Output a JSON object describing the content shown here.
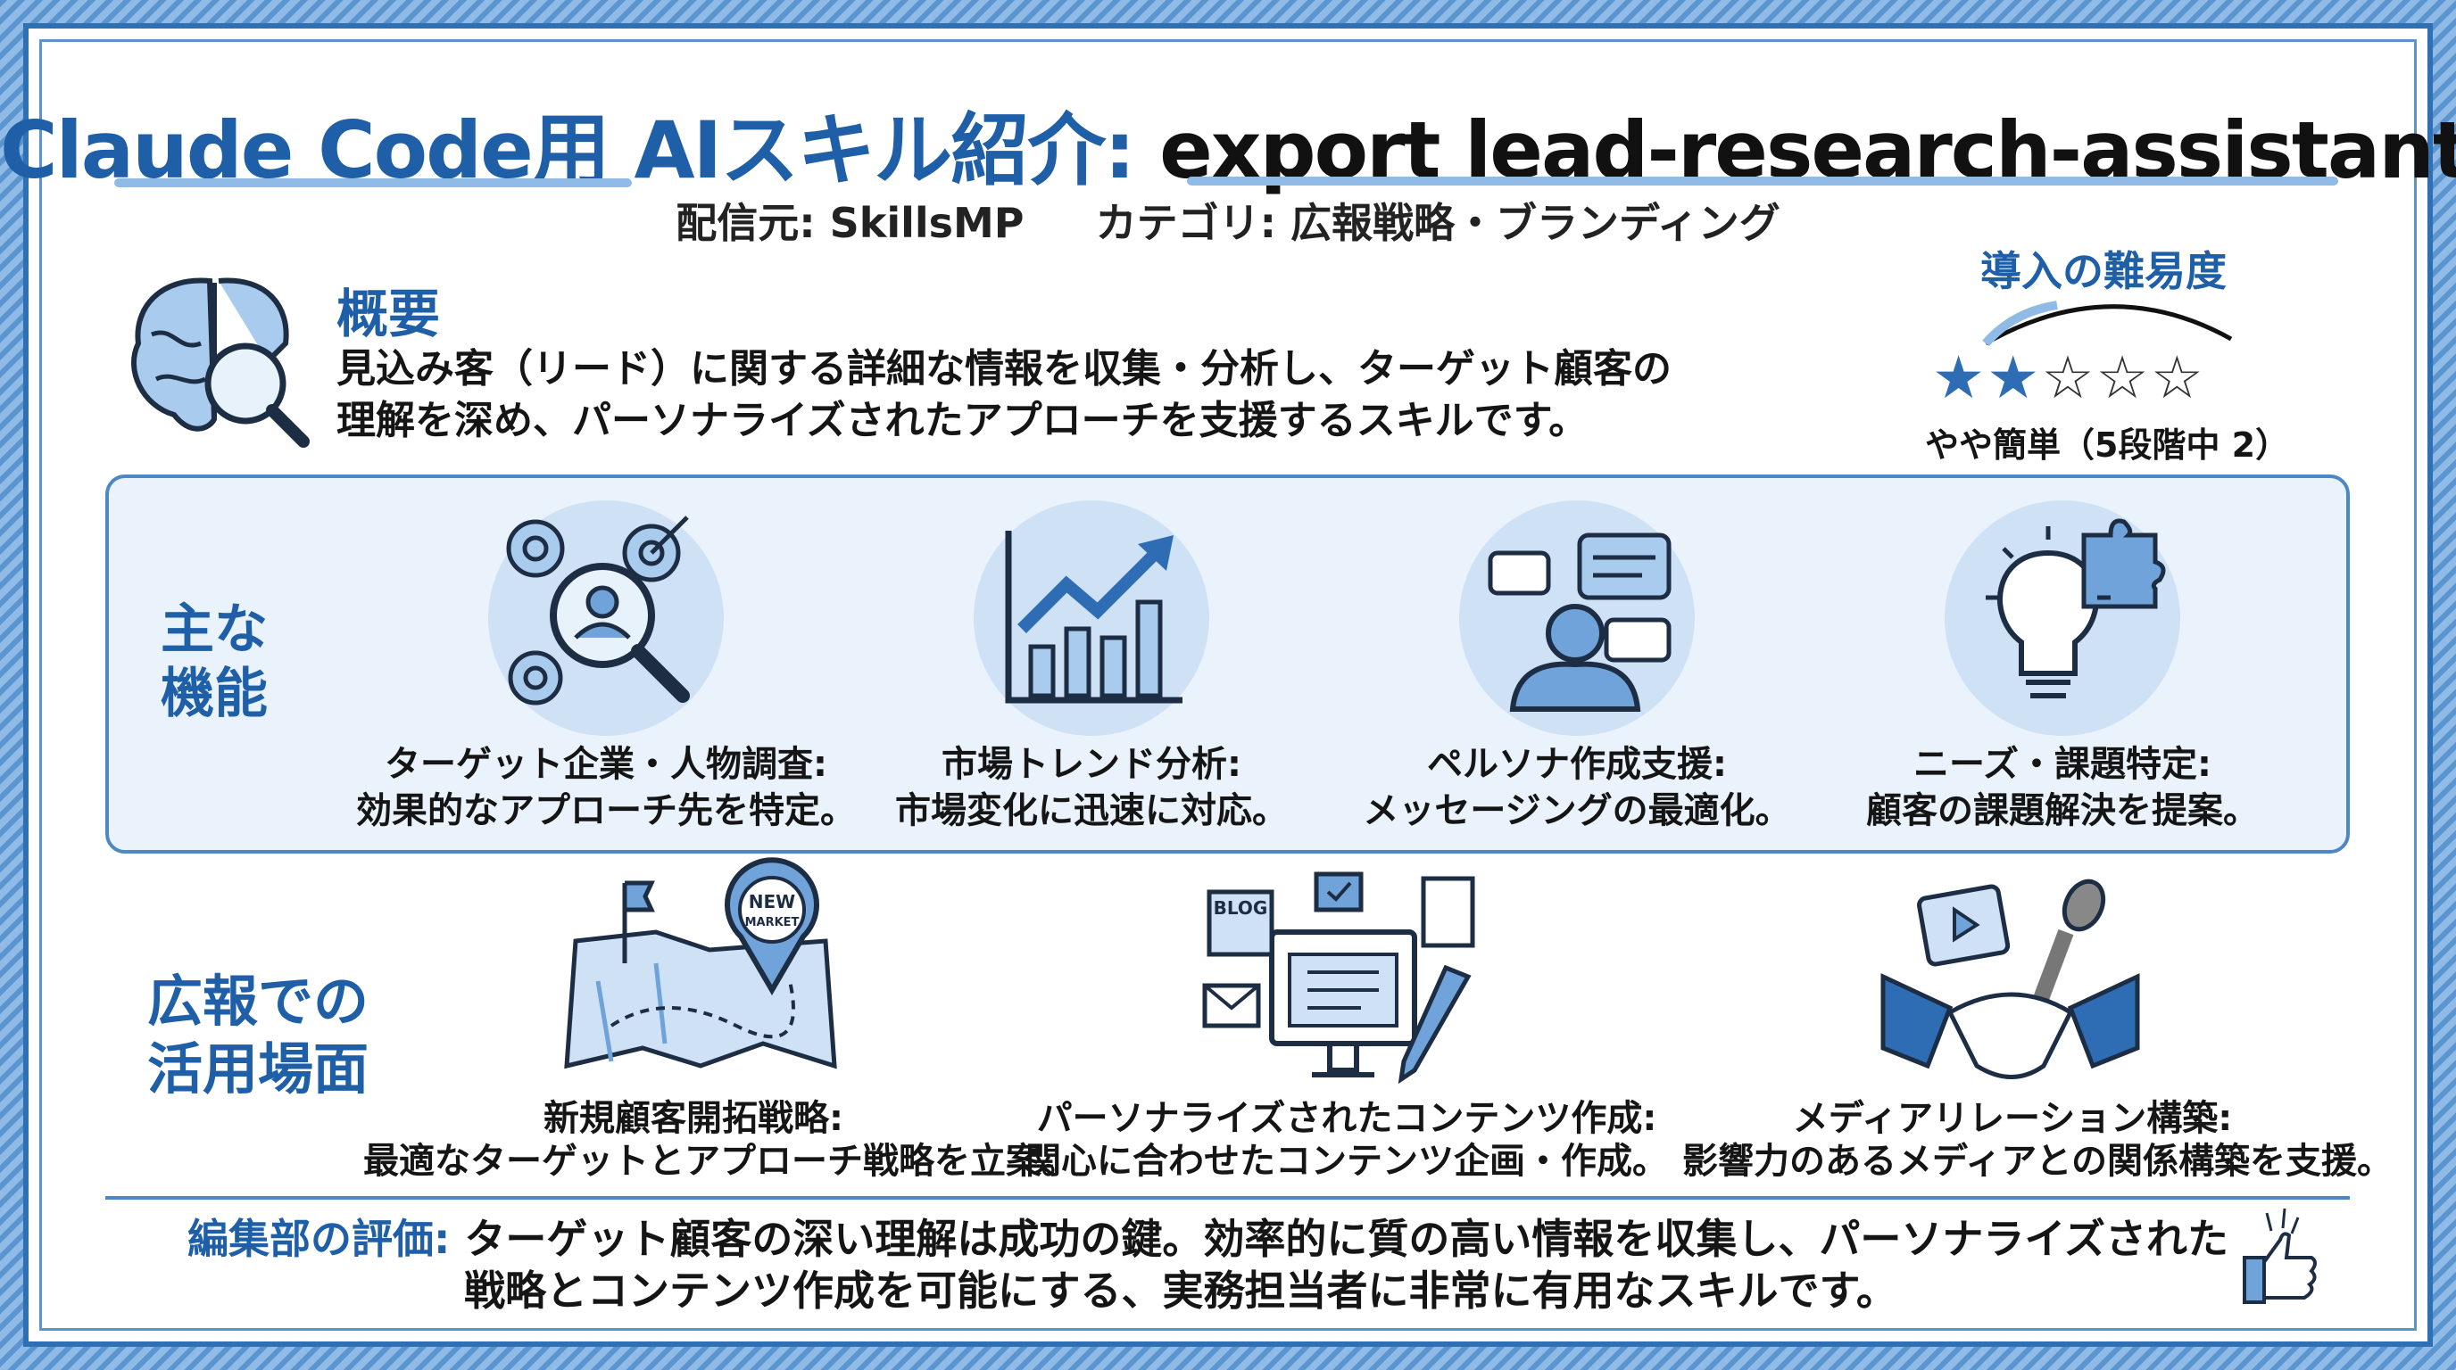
{
  "header": {
    "title_prefix": "Claude Code用 AIスキル紹介:",
    "title_skill": "export lead-research-assistant",
    "subtitle": "配信元: SkillsMP     カテゴリ: 広報戦略・ブランディング"
  },
  "overview": {
    "heading": "概要",
    "icon": "brain-magnifier-icon",
    "lines": [
      "見込み客（リード）に関する詳細な情報を収集・分析し、ターゲット顧客の",
      "理解を深め、パーソナライズされたアプローチを支援するスキルです。"
    ]
  },
  "difficulty": {
    "heading": "導入の難易度",
    "rating": 2,
    "max": 5,
    "label": "やや簡単（5段階中 2）"
  },
  "features": {
    "heading_lines": [
      "主な",
      "機能"
    ],
    "items": [
      {
        "icon": "target-search-person-icon",
        "title": "ターゲット企業・人物調査:",
        "desc": "効果的なアプローチ先を特定。"
      },
      {
        "icon": "growth-chart-icon",
        "title": "市場トレンド分析:",
        "desc": "市場変化に迅速に対応。"
      },
      {
        "icon": "persona-chat-icon",
        "title": "ペルソナ作成支援:",
        "desc": "メッセージングの最適化。"
      },
      {
        "icon": "lightbulb-puzzle-icon",
        "title": "ニーズ・課題特定:",
        "desc": "顧客の課題解決を提案。"
      }
    ]
  },
  "usecases": {
    "heading_lines": [
      "広報での",
      "活用場面"
    ],
    "items": [
      {
        "icon": "map-pin-icon",
        "pin_text": [
          "NEW",
          "MARKET"
        ],
        "title": "新規顧客開拓戦略:",
        "desc": "最適なターゲットとアプローチ戦略を立案。"
      },
      {
        "icon": "content-monitor-icon",
        "badge": "BLOG",
        "title": "パーソナライズされたコンテンツ作成:",
        "desc": "関心に合わせたコンテンツ企画・作成。"
      },
      {
        "icon": "handshake-media-icon",
        "title": "メディアリレーション構築:",
        "desc": "影響力のあるメディアとの関係構築を支援。"
      }
    ]
  },
  "evaluation": {
    "label": "編集部の評価:",
    "lines": [
      "ターゲット顧客の深い理解は成功の鍵。効率的に質の高い情報を収集し、パーソナライズされた",
      "戦略とコンテンツ作成を可能にする、実務担当者に非常に有用なスキルです。"
    ],
    "icon": "thumbs-up-icon"
  },
  "colors": {
    "accent": "#1f5fa8",
    "light": "#cfe2f5",
    "border": "#4d88c6"
  }
}
